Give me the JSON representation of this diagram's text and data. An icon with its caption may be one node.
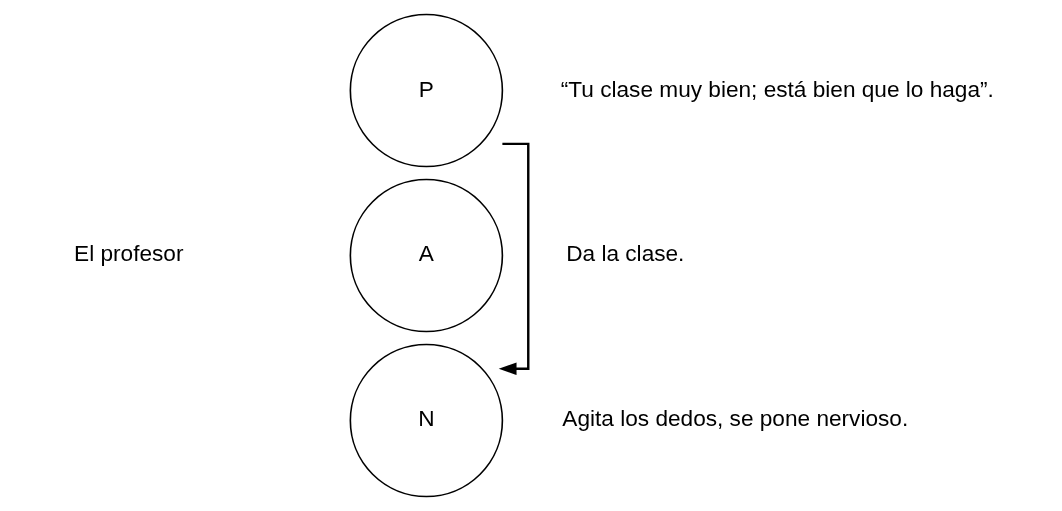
{
  "diagram": {
    "nodes": [
      {
        "text": [
          "P"
        ],
        "beside": [
          "“Tu clase muy bien; está bien que lo haga”."
        ]
      },
      {
        "text": [
          "A"
        ],
        "beside": [
          "Da la clase."
        ]
      },
      {
        "text": [
          "N"
        ],
        "beside": [
          "Agita los dedos, se pone nervioso."
        ]
      }
    ],
    "edges": [
      {
        "from": 0,
        "to": 2,
        "arrow": "to"
      }
    ],
    "labels": [
      "El profesor"
    ]
  }
}
